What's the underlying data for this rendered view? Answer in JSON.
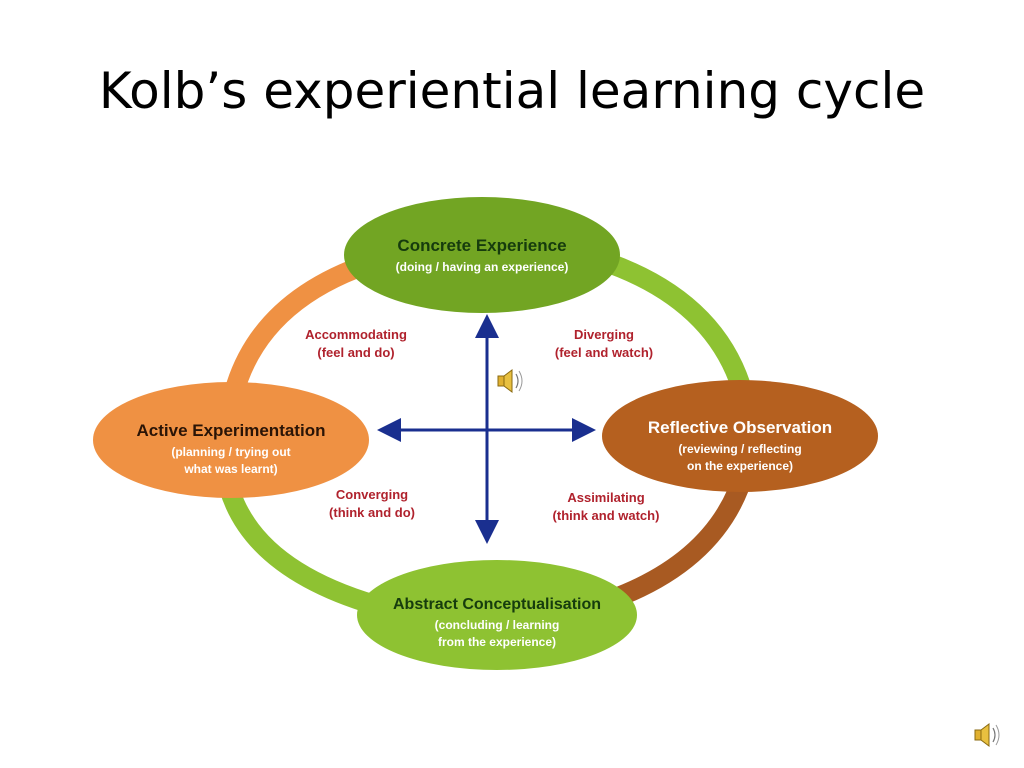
{
  "slide": {
    "title": "Kolb’s experiential learning cycle"
  },
  "diagram": {
    "nodes": {
      "top": {
        "title": "Concrete Experience",
        "subtitle_lines": [
          "(doing / having an experience)"
        ],
        "color": "#72a523"
      },
      "right": {
        "title": "Reflective Observation",
        "subtitle_lines": [
          "(reviewing / reflecting",
          "on the experience)"
        ],
        "color": "#b5601f"
      },
      "bottom": {
        "title": "Abstract Conceptualisation",
        "subtitle_lines": [
          "(concluding / learning",
          "from the experience)"
        ],
        "color": "#8ec232"
      },
      "left": {
        "title": "Active Experimentation",
        "subtitle_lines": [
          "(planning / trying out",
          "what was learnt)"
        ],
        "color": "#ef9143"
      }
    },
    "quadrants": {
      "top_left": [
        "Accommodating",
        "(feel and do)"
      ],
      "top_right": [
        "Diverging",
        "(feel and watch)"
      ],
      "bottom_left": [
        "Converging",
        "(think and do)"
      ],
      "bottom_right": [
        "Assimilating",
        "(think and watch)"
      ]
    },
    "colors": {
      "arrow": "#1a2f8f",
      "quadrant_text": "#b0222d",
      "ring_orange": "#ef9143",
      "ring_green": "#8ec232",
      "ring_brown": "#a85a22"
    }
  },
  "icons": {
    "audio_center": "speaker-icon",
    "audio_corner": "speaker-icon"
  }
}
